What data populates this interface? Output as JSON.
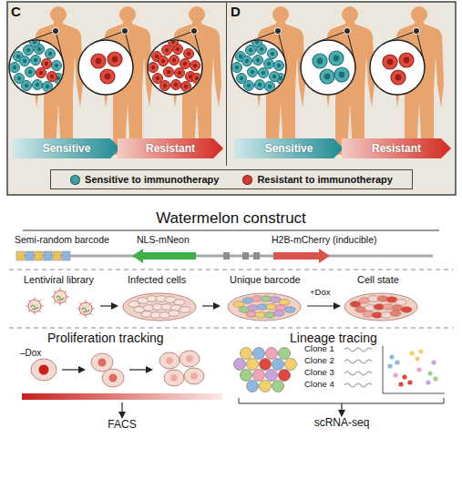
{
  "diagram": {
    "title": "Watermelon construct",
    "nodes": [
      {
        "text": [
          "C"
        ]
      },
      {
        "text": [
          "Sensitive"
        ],
        "in": 0
      },
      {
        "text": [
          "Resistant"
        ],
        "in": 0
      },
      {
        "text": [
          "D"
        ]
      },
      {
        "text": [
          "Sensitive"
        ],
        "in": 3
      },
      {
        "text": [
          "Resistant"
        ],
        "in": 3
      }
    ],
    "labels": [
      "Semi-random barcode",
      "NLS-mNeon",
      "H2B-mCherry (inducible)",
      "Lentiviral library",
      "Infected cells",
      "Unique barcode",
      "+Dox",
      "Cell state",
      "Proliferation tracking",
      "Lineage tracing",
      "–Dox",
      "Clone 1",
      "Clone 2",
      "Clone 3",
      "Clone 4",
      "FACS",
      "scRNA-seq"
    ],
    "legend": [
      {
        "text": "Sensitive to immunotherapy",
        "color": "#3a9fa8"
      },
      {
        "text": "Resistant to immunotherapy",
        "color": "#d8382f"
      }
    ]
  }
}
